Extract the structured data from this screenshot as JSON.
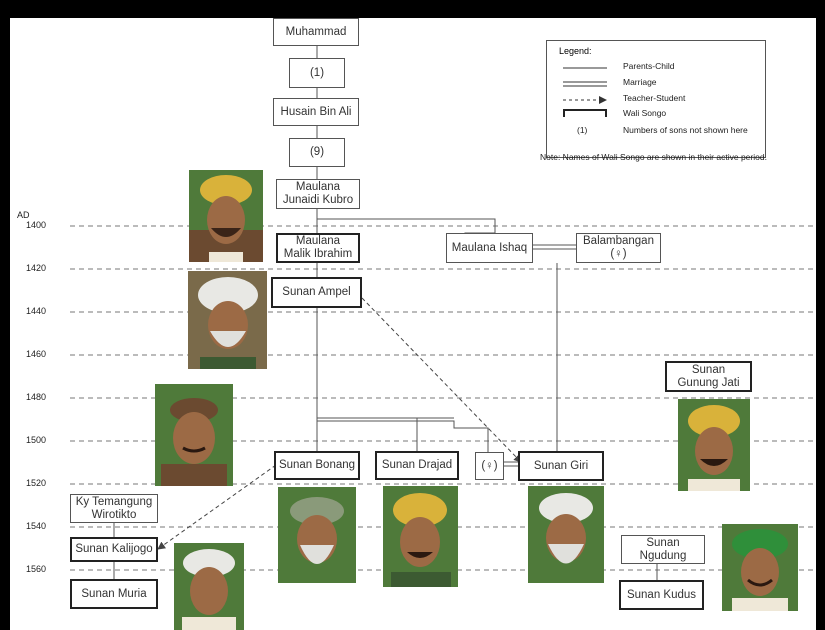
{
  "legend": {
    "title": "Legend:",
    "parents_child": "Parents-Child",
    "marriage": "Marriage",
    "teacher_student": "Teacher-Student",
    "wali_songo": "Wali Songo",
    "sons_sample": "(1)",
    "sons_not_shown": "Numbers of sons not shown here"
  },
  "note": "Note: Names of Wali Songo are shown in their active period.",
  "axis": {
    "ad": "AD",
    "years": [
      "1400",
      "1420",
      "1440",
      "1460",
      "1480",
      "1500",
      "1520",
      "1540",
      "1560"
    ]
  },
  "people": {
    "muhammad": "Muhammad",
    "gen1": "(1)",
    "husain": "Husain Bin Ali",
    "gen9": "(9)",
    "junaidi": "Maulana\nJunaidi Kubro",
    "malik": "Maulana\nMalik Ibrahim",
    "ishaq": "Maulana Ishaq",
    "balambangan": "Balambangan\n(♀)",
    "ampel": "Sunan Ampel",
    "gunung_jati": "Sunan\nGunung Jati",
    "bonang": "Sunan Bonang",
    "drajad": "Sunan Drajad",
    "female": "(♀)",
    "giri": "Sunan Giri",
    "wirotikto": "Ky Temangung\nWirotikto",
    "kalijogo": "Sunan Kalijogo",
    "muria": "Sunan Muria",
    "ngudung": "Sunan\nNgudung",
    "kudus": "Sunan Kudus"
  },
  "colors": {
    "turban_yellow": "#d9b23a",
    "turban_white": "#e8e8e4",
    "turban_green": "#2f8f3a",
    "skin": "#9c6a45",
    "foliage": "#4f7a3a"
  }
}
